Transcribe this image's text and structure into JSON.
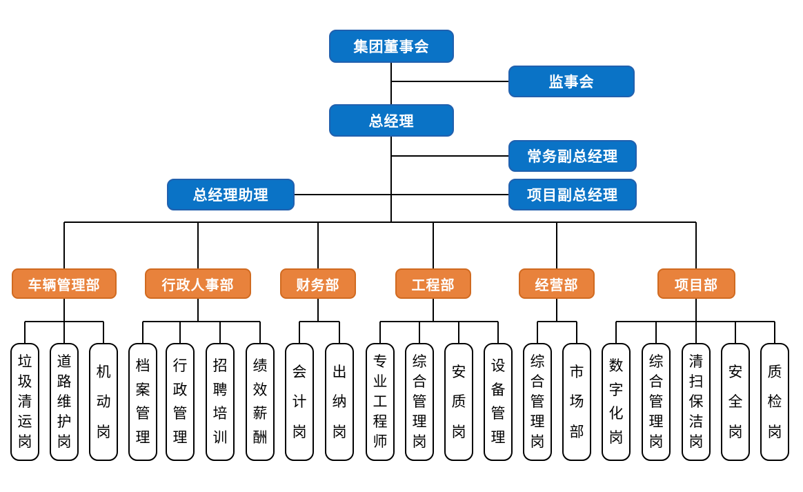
{
  "palette": {
    "blue_fill": "#0A73C6",
    "blue_border": "#2160AE",
    "orange_fill": "#E8823C",
    "orange_border": "#D06A20",
    "node_fill": "#FFFFFF",
    "node_border": "#000000",
    "line_color": "#000000"
  },
  "executive": {
    "board": "集团董事会",
    "supervisory": "监事会",
    "general_manager": "总经理",
    "executive_deputy_gm": "常务副总经理",
    "gm_assistant": "总经理助理",
    "project_deputy_gm": "项目副总经理"
  },
  "departments": [
    {
      "label": "车辆管理部",
      "children": [
        "垃圾清运岗",
        "道路维护岗",
        "机动岗"
      ]
    },
    {
      "label": "行政人事部",
      "children": [
        "档案管理",
        "行政管理",
        "招聘培训",
        "绩效薪酬"
      ]
    },
    {
      "label": "财务部",
      "children": [
        "会计岗",
        "出纳岗"
      ]
    },
    {
      "label": "工程部",
      "children": [
        "专业工程师",
        "综合管理岗",
        "安质岗",
        "设备管理"
      ]
    },
    {
      "label": "经营部",
      "children": [
        "综合管理岗",
        "市场部"
      ]
    },
    {
      "label": "项目部",
      "children": [
        "数字化岗",
        "综合管理岗",
        "清扫保洁岗",
        "安全岗",
        "质检岗"
      ]
    }
  ]
}
